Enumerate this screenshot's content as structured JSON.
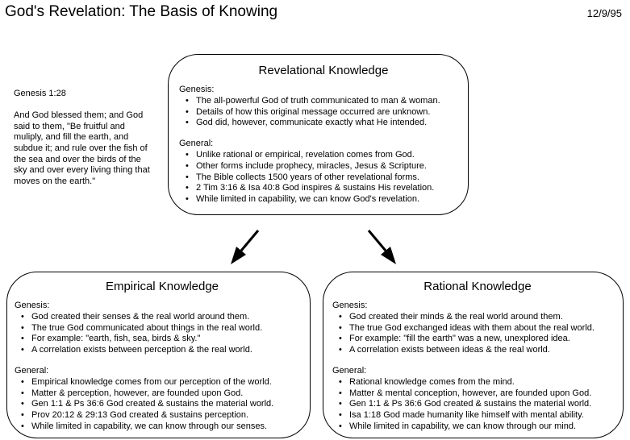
{
  "title": "God's Revelation: The Basis of Knowing",
  "date": "12/9/95",
  "verse": {
    "reference": "Genesis 1:28",
    "text": "And God blessed them; and God said to them, \"Be fruitful and muliply, and fill the earth, and subdue it; and rule over the fish of the sea and over the birds of the sky and over every living thing that moves on the earth.\""
  },
  "revelational": {
    "title": "Revelational Knowledge",
    "genesis_label": "Genesis:",
    "genesis_items": [
      "The all-powerful God of truth communicated to man & woman.",
      "Details of how this original message occurred are unknown.",
      "God did, however, communicate exactly what He intended."
    ],
    "general_label": "General:",
    "general_items": [
      "Unlike rational or empirical, revelation comes from God.",
      "Other forms include prophecy, miracles, Jesus & Scripture.",
      "The Bible collects 1500 years of other revelational forms.",
      "2 Tim 3:16 & Isa 40:8  God inspires & sustains His revelation.",
      "While limited in capability, we can know God's revelation."
    ]
  },
  "empirical": {
    "title": "Empirical Knowledge",
    "genesis_label": "Genesis:",
    "genesis_items": [
      "God created their senses & the real world around them.",
      "The true God communicated about things in the real world.",
      "For example: \"earth, fish, sea, birds & sky.\"",
      "A correlation exists between perception & the real world."
    ],
    "general_label": "General:",
    "general_items": [
      "Empirical knowledge comes from our perception of the world.",
      "Matter & perception, however, are founded upon God.",
      "Gen 1:1 & Ps 36:6  God created & sustains the material world.",
      "Prov 20:12 & 29:13  God created & sustains perception.",
      "While limited in capability, we can know through our senses."
    ]
  },
  "rational": {
    "title": "Rational Knowledge",
    "genesis_label": "Genesis:",
    "genesis_items": [
      "God created their minds & the real world around them.",
      "The true God exchanged ideas with them about the real world.",
      "For example: \"fill the earth\" was a new, unexplored idea.",
      "A correlation exists between ideas & the real world."
    ],
    "general_label": "General:",
    "general_items": [
      "Rational knowledge comes from the mind.",
      "Matter & mental conception, however, are founded upon God.",
      "Gen 1:1 & Ps 36:6  God created & sustains the material world.",
      "Isa 1:18  God made humanity like himself with mental ability.",
      "While limited in capability, we can know through our mind."
    ]
  }
}
